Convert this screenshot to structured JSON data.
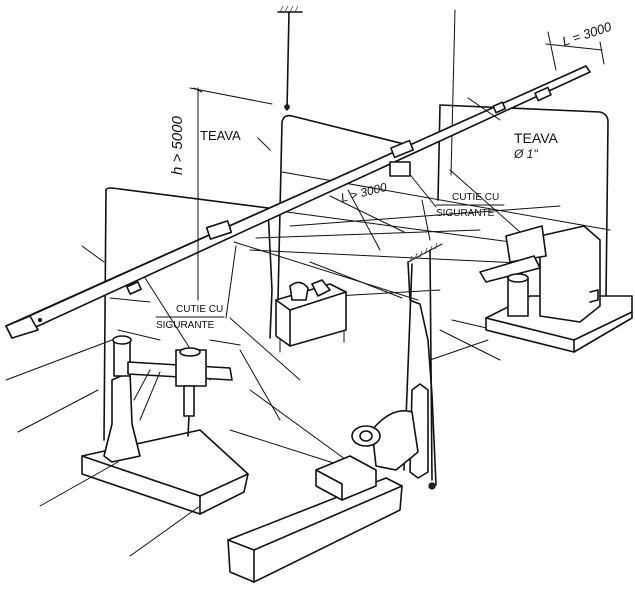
{
  "labels": {
    "teava_left": "TEAVA",
    "teava_right": "TEAVA",
    "teava_right_dim": "Ø 1\"",
    "cutie_right_line1": "CUTIE CU",
    "cutie_right_line2": "SIGURANTE",
    "cutie_left_line1": "CUTIE CU",
    "cutie_left_line2": "SIGURANTE",
    "height_dim": "h > 5000",
    "length_top": "L = 3000",
    "length_mid": "L > 3000"
  }
}
